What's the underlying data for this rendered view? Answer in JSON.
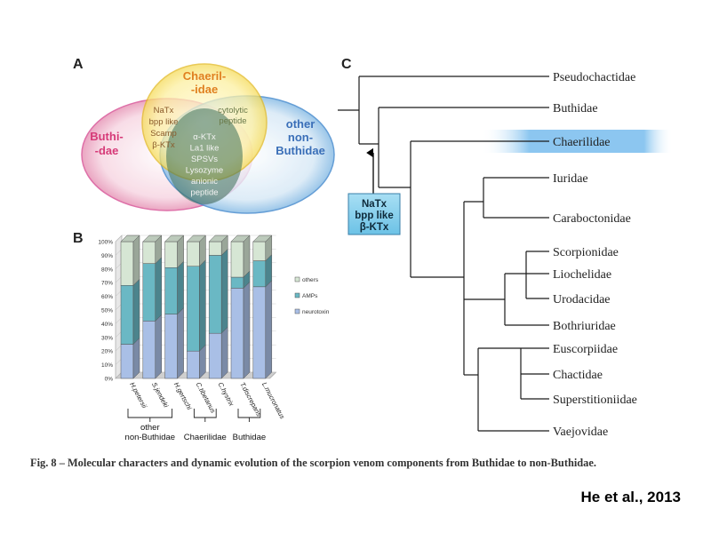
{
  "panels": {
    "a": "A",
    "b": "B",
    "c": "C"
  },
  "venn": {
    "sets": [
      {
        "label_lines": [
          "Buthi-",
          "-dae"
        ],
        "color": "#d63a78"
      },
      {
        "label_lines": [
          "Chaeril-",
          "-idae"
        ],
        "color": "#e08020"
      },
      {
        "label_lines": [
          "other",
          "non-",
          "Buthidae"
        ],
        "color": "#3a6fb8"
      }
    ],
    "region_buthidae_chaerilidae": [
      "NaTx",
      "bpp like",
      "Scamp",
      "β-KTx"
    ],
    "region_chaerilidae_other": [
      "cytolytic",
      "peptide"
    ],
    "region_all": [
      "α-KTx",
      "La1 like",
      "SPSVs",
      "Lysozyme",
      "anionic",
      "peptide"
    ]
  },
  "chart_data": {
    "type": "bar",
    "stacked": true,
    "categories": [
      "H.petersii",
      "S.jendeki",
      "H.gertschi",
      "C.tibetanus",
      "C.hystrix",
      "T.discrepans",
      "L.mucronatus"
    ],
    "series": [
      {
        "name": "neurotoxin",
        "values": [
          25,
          42,
          47,
          20,
          33,
          66,
          67
        ],
        "color": "#a9bfe6"
      },
      {
        "name": "AMPs",
        "values": [
          43,
          42,
          34,
          62,
          57,
          8,
          19
        ],
        "color": "#6ab8c4"
      },
      {
        "name": "others",
        "values": [
          32,
          16,
          19,
          18,
          10,
          26,
          14
        ],
        "color": "#d6e6d4"
      }
    ],
    "yticks": [
      "0%",
      "10%",
      "20%",
      "30%",
      "40%",
      "50%",
      "60%",
      "70%",
      "80%",
      "90%",
      "100%"
    ],
    "ylim": [
      0,
      100
    ],
    "legend_order": [
      "others",
      "AMPs",
      "neurotoxin"
    ],
    "groups": [
      {
        "label_lines": [
          "other",
          "non-Buthidae"
        ],
        "from": 0,
        "to": 2
      },
      {
        "label_lines": [
          "Chaerilidae"
        ],
        "from": 3,
        "to": 4
      },
      {
        "label_lines": [
          "Buthidae"
        ],
        "from": 5,
        "to": 6
      }
    ]
  },
  "tree": {
    "taxa": [
      "Pseudochactidae",
      "Buthidae",
      "Chaerilidae",
      "Iuridae",
      "Caraboctonidae",
      "Scorpionidae",
      "Liochelidae",
      "Urodacidae",
      "Bothriuridae",
      "Euscorpiidae",
      "Chactidae",
      "Superstitioniidae",
      "Vaejovidae"
    ],
    "highlighted": "Chaerilidae",
    "highlight_color": "#7fc0ee",
    "annotation_lines": [
      "NaTx",
      "bpp like",
      "β-KTx"
    ]
  },
  "caption": "Fig. 8 – Molecular characters and dynamic evolution of the scorpion venom components from Buthidae to non-Buthidae.",
  "citation": "He et al., 2013"
}
